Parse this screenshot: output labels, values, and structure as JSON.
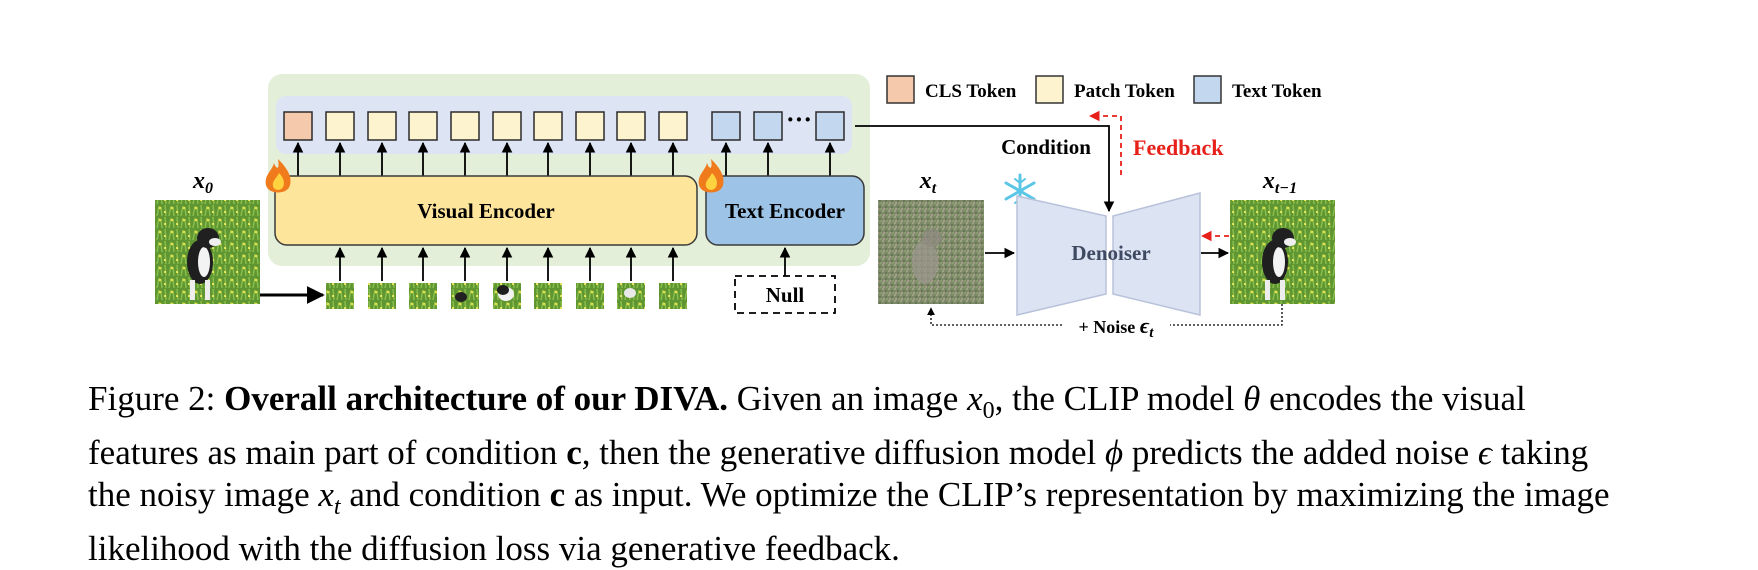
{
  "legend": {
    "cls": {
      "label": "CLS Token",
      "color": "#f5c9ac"
    },
    "patch": {
      "label": "Patch Token",
      "color": "#fdf3cf"
    },
    "text": {
      "label": "Text Token",
      "color": "#c3d8ef"
    }
  },
  "labels": {
    "x0": "x",
    "x0_sub": "0",
    "xt": "x",
    "xt_sub": "t",
    "xtm1": "x",
    "xtm1_sub": "t−1",
    "visual_encoder": "Visual Encoder",
    "text_encoder": "Text Encoder",
    "null": "Null",
    "condition": "Condition",
    "feedback": "Feedback",
    "denoiser": "Denoiser",
    "noise_prefix": "+ Noise ",
    "noise_symbol": "ϵ",
    "noise_sub": "t",
    "ellipsis": "···"
  },
  "colors": {
    "outer_bg": "#e3efd9",
    "token_band": "#dde4f4",
    "visual_encoder": "#fde59c",
    "text_encoder": "#9dc3e6",
    "denoiser": "#dce3f2",
    "feedback": "#e8201a",
    "snowflake": "#5bc6e6",
    "fire_outer": "#f07b1d",
    "fire_inner": "#ffd23f",
    "grass": "#5f9632"
  },
  "caption": {
    "figure_label": "Figure 2:",
    "title": "Overall architecture of our DIVA.",
    "s1": "Given an image",
    "var_x": "x",
    "sub_0": "0",
    "s2": ", the CLIP model",
    "theta": "θ",
    "s3": "encodes the visual features as main part of condition",
    "c": "c",
    "s4": ", then the generative diffusion model",
    "phi": "ϕ",
    "s5": "predicts the added noise",
    "eps": "ϵ",
    "s6": "taking the noisy image",
    "var_xt": "x",
    "sub_t": "t",
    "s7": "and condition",
    "s8": "as input. We optimize the CLIP’s representation by maximizing the image likelihood with the diffusion loss via generative feedback."
  }
}
